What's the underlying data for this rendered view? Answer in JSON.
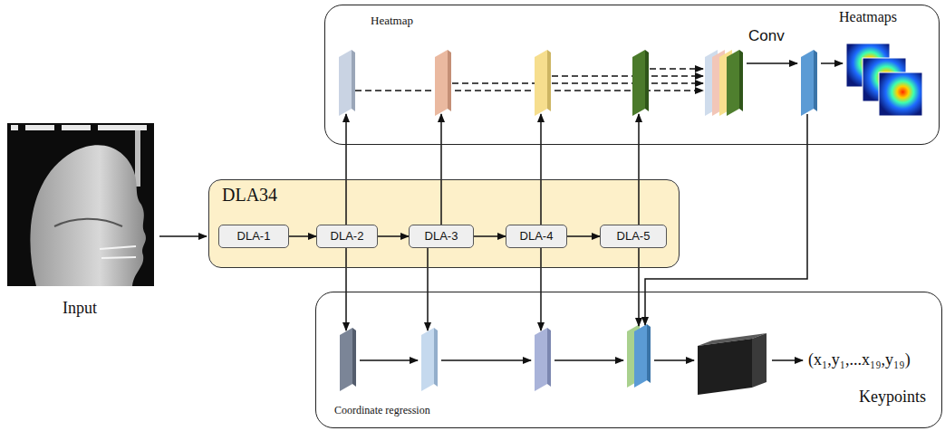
{
  "diagram": {
    "nodes": [
      {
        "text": [
          "Heatmap"
        ]
      },
      {
        "text": [
          "DLA34"
        ]
      },
      {
        "text": [
          "DLA-1"
        ],
        "in": 1
      },
      {
        "text": [
          "DLA-2"
        ],
        "in": 1
      },
      {
        "text": [
          "DLA-3"
        ],
        "in": 1
      },
      {
        "text": [
          "DLA-4"
        ],
        "in": 1
      },
      {
        "text": [
          "DLA-5"
        ],
        "in": 1
      },
      {
        "text": [
          "Coordinate regression"
        ]
      }
    ],
    "edges": [
      {
        "from": 2,
        "to": 3,
        "arrow": "to"
      },
      {
        "from": 3,
        "to": 4,
        "arrow": "to"
      },
      {
        "from": 4,
        "to": 5,
        "arrow": "to"
      },
      {
        "from": 5,
        "to": 6,
        "arrow": "to"
      },
      {
        "from": 3,
        "to": 0,
        "arrow": "to"
      },
      {
        "from": 4,
        "to": 0,
        "arrow": "to"
      },
      {
        "from": 5,
        "to": 0,
        "arrow": "to"
      },
      {
        "from": 6,
        "to": 0,
        "arrow": "to"
      },
      {
        "from": 3,
        "to": 7,
        "arrow": "to"
      },
      {
        "from": 4,
        "to": 7,
        "arrow": "to"
      },
      {
        "from": 5,
        "to": 7,
        "arrow": "to"
      },
      {
        "from": 6,
        "to": 7,
        "arrow": "to"
      },
      {
        "from": 0,
        "to": 7,
        "arrow": "to"
      }
    ],
    "labels": [
      "Input",
      "Conv",
      "Heatmaps",
      "(x₁,y₁,...x₁₉,y₁₉)",
      "Keypoints"
    ]
  }
}
